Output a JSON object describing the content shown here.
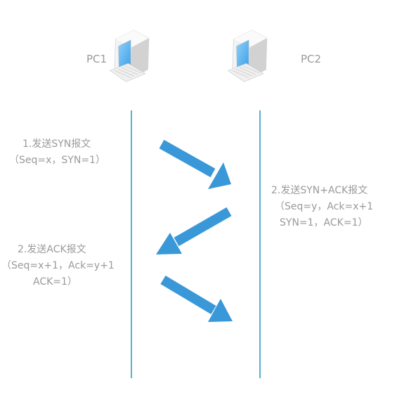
{
  "hosts": {
    "pc1": {
      "label": "PC1",
      "icon": "desktop-computer-icon"
    },
    "pc2": {
      "label": "PC2",
      "icon": "desktop-computer-icon"
    }
  },
  "steps": [
    {
      "lines": [
        "1.发送SYN报文",
        "（Seq=x，SYN=1）"
      ],
      "direction": "PC1 → PC2"
    },
    {
      "lines": [
        "2.发送SYN+ACK报文",
        "（Seq=y，Ack=x+1",
        "SYN=1，ACK=1）"
      ],
      "direction": "PC2 → PC1"
    },
    {
      "lines": [
        "2.发送ACK报文",
        "（Seq=x+1，Ack=y+1",
        "ACK=1）"
      ],
      "direction": "PC1 → PC2"
    }
  ],
  "colors": {
    "arrow": "#3a98d8",
    "lifeline": "#5aaed0",
    "label_text": "#9a9a9a",
    "screen": "#6ab8ee"
  }
}
